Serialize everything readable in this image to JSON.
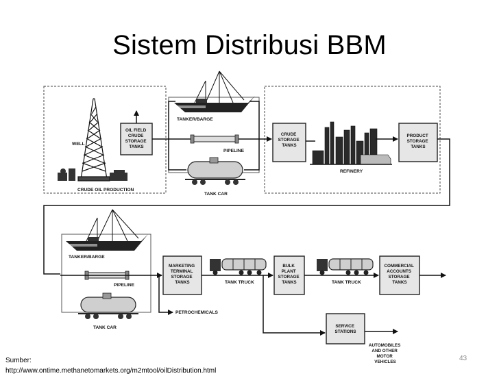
{
  "title": "Sistem Distribusi BBM",
  "labels": {
    "well": "WELL",
    "oil_field_tanks": [
      "OIL FIELD",
      "CRUDE",
      "STORAGE",
      "TANKS"
    ],
    "crude_oil_production": "CRUDE OIL PRODUCTION",
    "tanker_barge_top": "TANKER/BARGE",
    "pipeline_top": "PIPELINE",
    "tank_car_top": "TANK CAR",
    "crude_storage_tanks": [
      "CRUDE",
      "STORAGE",
      "TANKS"
    ],
    "refinery": "REFINERY",
    "product_storage_tanks": [
      "PRODUCT",
      "STORAGE",
      "TANKS"
    ],
    "tanker_barge_bottom": "TANKER/BARGE",
    "pipeline_bottom": "PIPELINE",
    "tank_car_bottom": "TANK CAR",
    "marketing_terminal": [
      "MARKETING",
      "TERMINAL",
      "STORAGE",
      "TANKS"
    ],
    "petrochemicals": "PETROCHEMICALS",
    "tank_truck_1": "TANK TRUCK",
    "bulk_plant": [
      "BULK",
      "PLANT",
      "STORAGE",
      "TANKS"
    ],
    "tank_truck_2": "TANK TRUCK",
    "commercial_accounts": [
      "COMMERCIAL",
      "ACCOUNTS",
      "STORAGE",
      "TANKS"
    ],
    "service_stations": [
      "SERVICE",
      "STATIONS"
    ],
    "automobiles": [
      "AUTOMOBILES",
      "AND OTHER",
      "MOTOR",
      "VEHICLES"
    ]
  },
  "source": {
    "prefix": "Sumber:",
    "url": "http://www.ontime.methanetomarkets.org/m2mtool/oilDistribution.html"
  },
  "page_number": "43"
}
